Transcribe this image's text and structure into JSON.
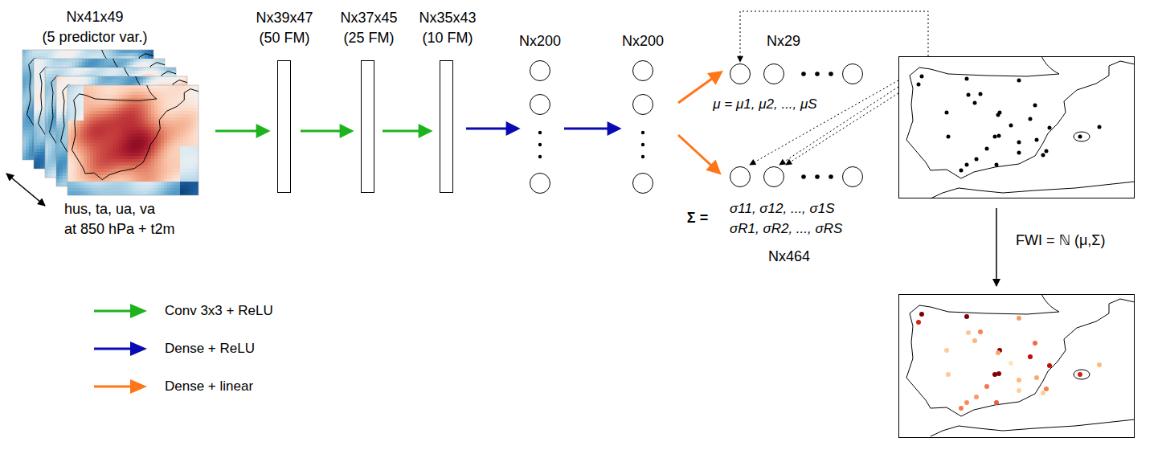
{
  "diagram": {
    "nodes": [
      {
        "text": [
          "Nx41x49",
          "(5 predictor var.)",
          "hus, ta, ua, va",
          "at 850 hPa + t2m"
        ]
      },
      {
        "text": [
          "Nx39x47",
          "(50 FM)"
        ]
      },
      {
        "text": [
          "Nx37x45",
          "(25 FM)"
        ]
      },
      {
        "text": [
          "Nx35x43",
          "(10 FM)"
        ]
      },
      {
        "text": [
          "Nx200"
        ]
      },
      {
        "text": [
          "Nx200"
        ]
      },
      {
        "text": [
          "Nx29",
          "μ = μ1, μ2, ..., μS"
        ]
      },
      {
        "text": [
          "Σ =",
          "σ11, σ12, ..., σ1S",
          "σR1, σR2, ..., σRS",
          "Nx464"
        ]
      },
      {
        "text": []
      },
      {
        "text": []
      }
    ],
    "edges": [
      {
        "from": 0,
        "to": 1,
        "arrow": "to"
      },
      {
        "from": 1,
        "to": 2,
        "arrow": "to"
      },
      {
        "from": 2,
        "to": 3,
        "arrow": "to"
      },
      {
        "from": 3,
        "to": 4,
        "arrow": "to"
      },
      {
        "from": 4,
        "to": 5,
        "arrow": "to"
      },
      {
        "from": 5,
        "to": 6,
        "arrow": "to"
      },
      {
        "from": 5,
        "to": 7,
        "arrow": "to"
      },
      {
        "from": 8,
        "to": 6,
        "arrow": "to"
      },
      {
        "from": 8,
        "to": 7,
        "arrow": "to"
      },
      {
        "from": 8,
        "to": 7,
        "arrow": "to"
      },
      {
        "from": 8,
        "to": 7,
        "arrow": "to"
      },
      {
        "from": 8,
        "to": 9,
        "arrow": "to",
        "label": "FWI = ℕ (μ,Σ)"
      }
    ],
    "legend": [
      {
        "text": "Conv 3x3 + ReLU",
        "color": "#1db31d"
      },
      {
        "text": "Dense + ReLU",
        "color": "#0a0ab4"
      },
      {
        "text": "Dense + linear",
        "color": "#ff7518"
      }
    ]
  }
}
